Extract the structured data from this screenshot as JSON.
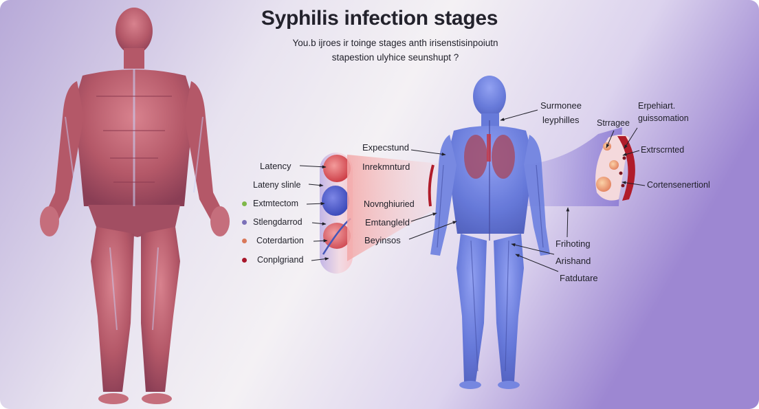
{
  "title": "Syphilis infection stages",
  "subtitle_lines": [
    "You.b ijroes ir toinge stages anth irisenstisinpoiutn",
    "stapestion ulyhice seunshupt ?"
  ],
  "left_labels": [
    "Latency",
    "Lateny slinle"
  ],
  "legend": [
    {
      "label": "Extmtectom",
      "color": "#7fb84a"
    },
    {
      "label": "Stlengdarrod",
      "color": "#7b70b8"
    },
    {
      "label": "Coterdartion",
      "color": "#d9785a"
    },
    {
      "label": "Conplgriand",
      "color": "#a8162a"
    }
  ],
  "center_labels": [
    "Expecstund",
    "Inrekmnturd",
    "Novnghiuried",
    "Emtangleld",
    "Beyinsos"
  ],
  "right_labels": {
    "top_a": "Surmonee",
    "top_b": "leyphilles",
    "strage": "Strragee",
    "erpehiart": "Erpehiart.",
    "guissomation": "guissomation",
    "extrscrnted": "Extrscrnted",
    "cortensenertion": "Cortensenertionl",
    "frihoting": "Frihoting",
    "arishand": "Arishand",
    "fatdutare": "Fatdutare"
  },
  "colors": {
    "accent": "#5a4fc4",
    "muscle": "#b45868",
    "body_blue": "#5d72d8",
    "lesion_red": "#c8323c"
  },
  "icons": [
    "muscle-figure-icon",
    "translucent-body-icon",
    "lungs-icon",
    "tissue-panel-icon",
    "lesion-cross-section-icon"
  ]
}
